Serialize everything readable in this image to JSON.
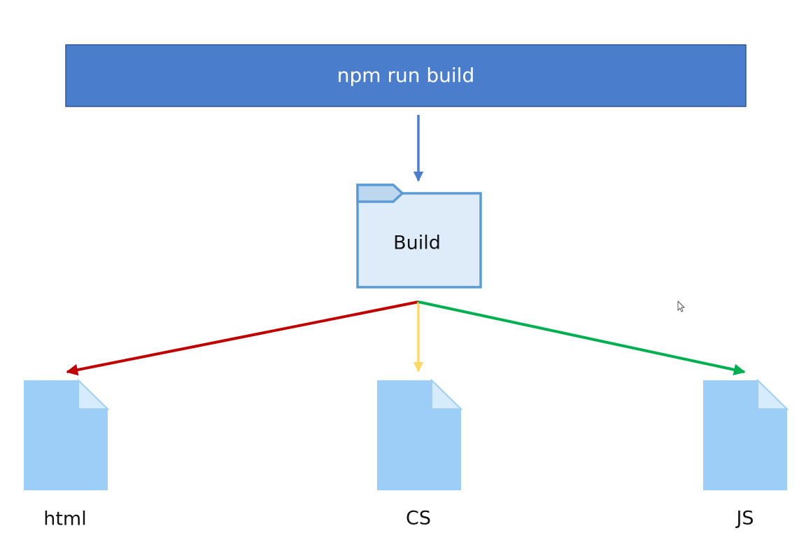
{
  "banner": {
    "label": "npm run build",
    "color": "#4A7ECD",
    "border_color": "#2F5597"
  },
  "folder": {
    "label": "Build",
    "fill": "#DEEBF9",
    "stroke": "#5B9BD5"
  },
  "outputs": [
    {
      "label": "html",
      "arrow_color": "#C00000"
    },
    {
      "label": "CS",
      "arrow_color": "#FFD966"
    },
    {
      "label": "JS",
      "arrow_color": "#00B050"
    }
  ],
  "colors": {
    "file_fill": "#9DCEF7",
    "file_corner": "#D6EBFC",
    "down_arrow": "#4A7ECD"
  },
  "icons": {
    "folder": "folder-icon",
    "file": "file-icon",
    "cursor": "mouse-cursor-icon"
  }
}
